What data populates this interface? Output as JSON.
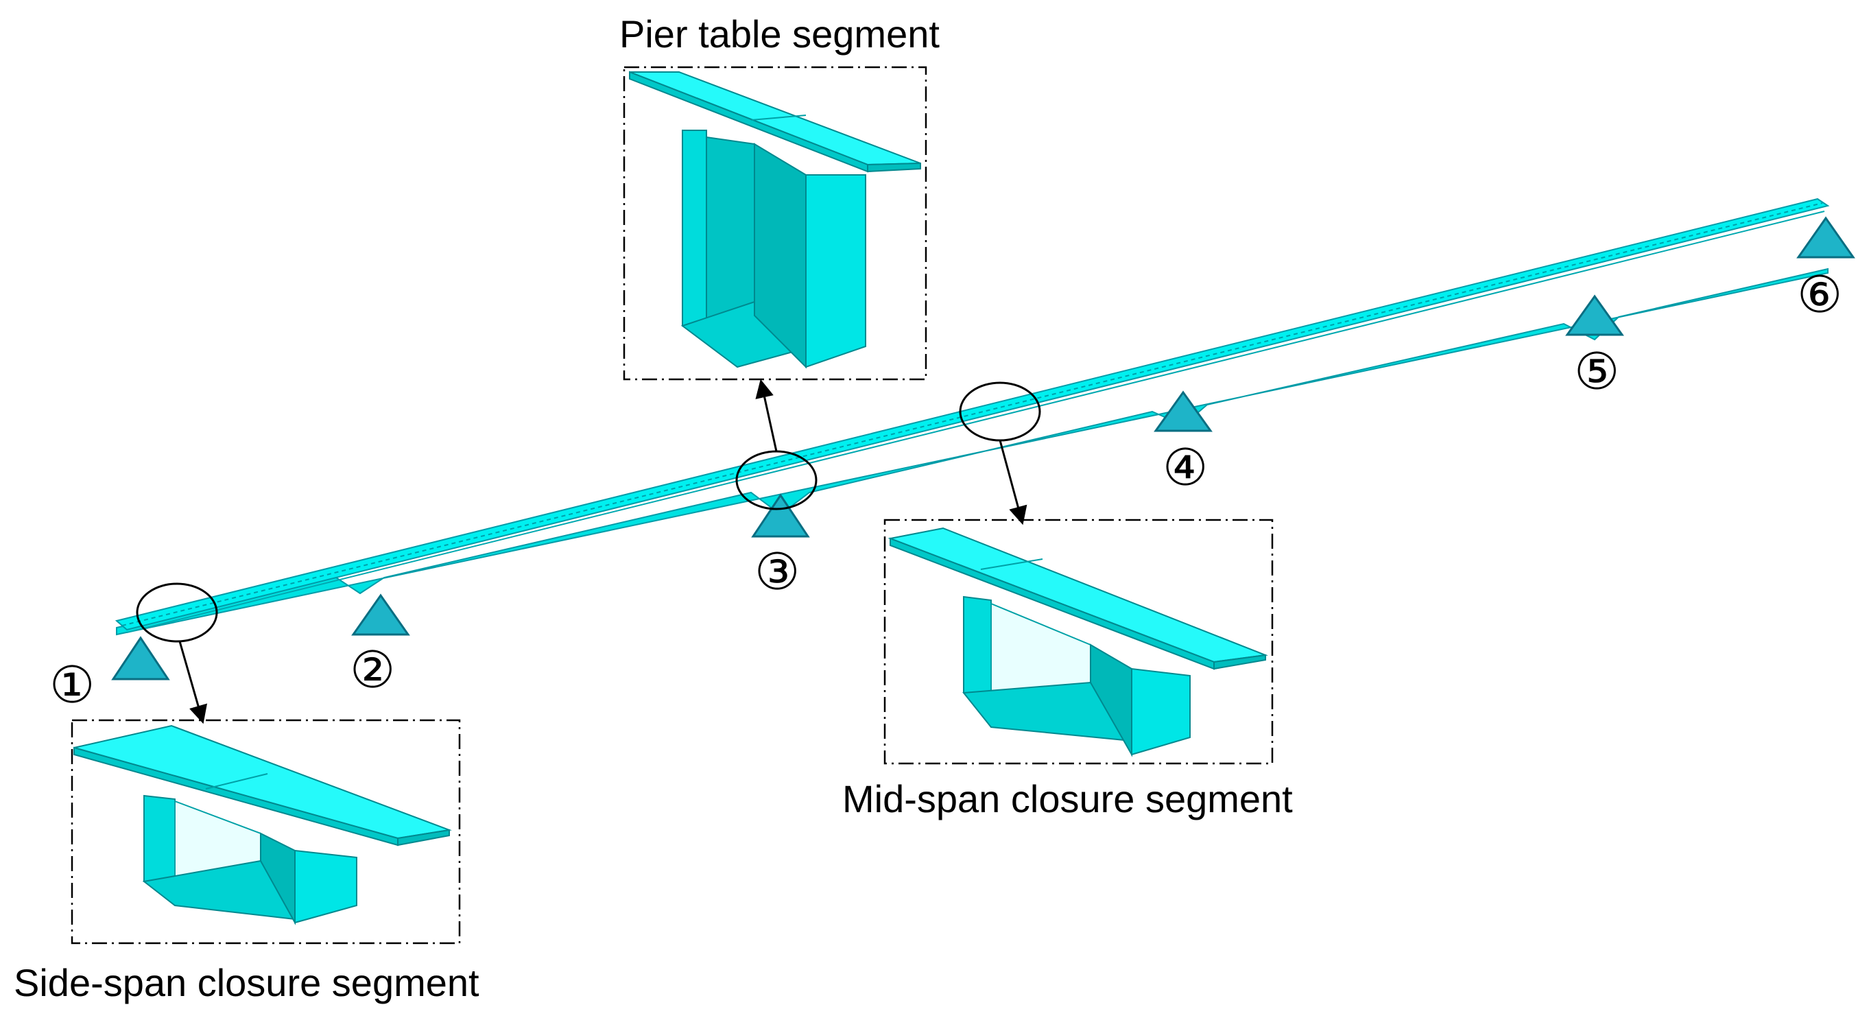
{
  "labels": {
    "pier_table": "Pier table segment",
    "mid_span": "Mid-span closure segment",
    "side_span": "Side-span closure segment"
  },
  "supports": [
    "①",
    "②",
    "③",
    "④",
    "⑤",
    "⑥"
  ],
  "colors": {
    "girder_fill": "#00F0F0",
    "girder_edge": "#009CA8",
    "support_fill": "#1EB4C8",
    "support_edge": "#0A6E82",
    "box_top": "#25FAFA",
    "box_side": "#00DCDC",
    "box_dark": "#00BDBD",
    "box_line": "#00898F",
    "frame": "#000000"
  }
}
